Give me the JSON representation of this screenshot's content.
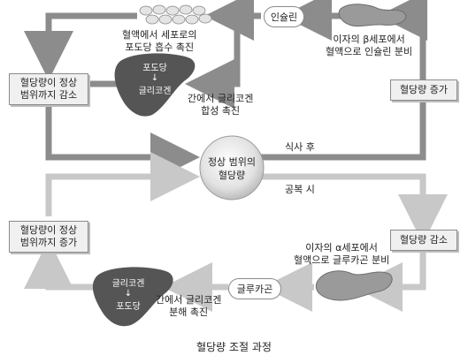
{
  "caption": "혈당량 조절 과정",
  "center": {
    "line1": "정상 범위의",
    "line2": "혈당량"
  },
  "top": {
    "insulin": "인슐린",
    "beta_line1": "이자의 β세포에서",
    "beta_line2": "혈액으로 인슐린 분비",
    "cells_line1": "혈액에서 세포로의",
    "cells_line2": "포도당 흡수 촉진",
    "liver_top": "포도당",
    "liver_arrow": "↓",
    "liver_bottom": "글리코겐",
    "synth_line1": "간에서 글리코겐",
    "synth_line2": "합성 촉진",
    "box_left_line1": "혈당량이 정상",
    "box_left_line2": "범위까지 감소",
    "box_right": "혈당량 증가"
  },
  "middle": {
    "after_meal": "식사 후",
    "fasting": "공복 시"
  },
  "bottom": {
    "glucagon": "글루카곤",
    "alpha_line1": "이자의 α세포에서",
    "alpha_line2": "혈액으로 글루카곤 분비",
    "liver_top": "글리코겐",
    "liver_arrow": "↓",
    "liver_bottom": "포도당",
    "breakdown_line1": "간에서 글리코겐",
    "breakdown_line2": "분해 촉진",
    "box_left_line1": "혈당량이 정상",
    "box_left_line2": "범위까지 증가",
    "box_right": "혈당량 감소"
  },
  "colors": {
    "dark_arrow": "#8c8c8c",
    "light_arrow": "#c8c8c8",
    "liver": "#555555",
    "pancreas": "#9a9a9a"
  }
}
